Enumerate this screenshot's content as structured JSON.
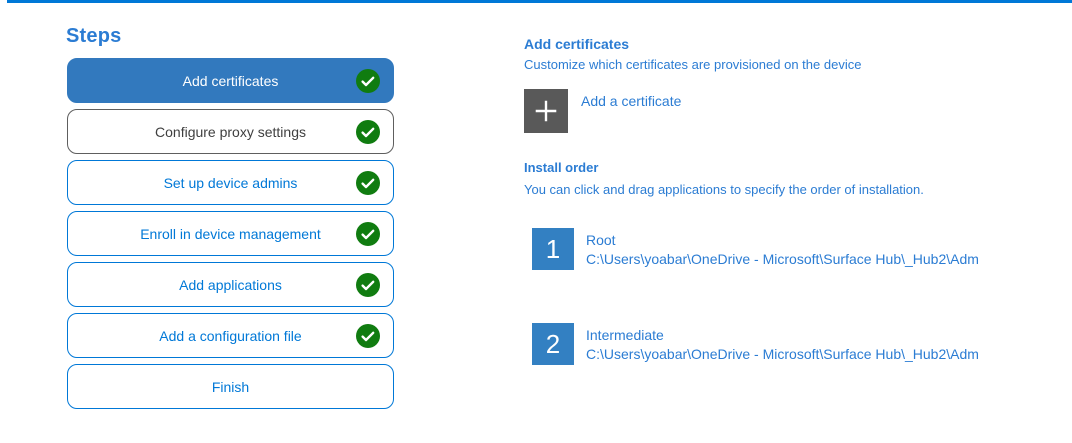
{
  "colors": {
    "accent_blue": "#0078d7",
    "active_step_fill": "#3279be",
    "badge_blue": "#3380c2",
    "check_green": "#107c10",
    "tile_gray": "#595959",
    "hover_border_gray": "#5e5e5e",
    "text_blue": "#2b7cd3"
  },
  "steps_panel": {
    "title": "Steps",
    "items": [
      {
        "label": "Add certificates",
        "state": "active",
        "checked": true
      },
      {
        "label": "Configure proxy settings",
        "state": "hover",
        "checked": true
      },
      {
        "label": "Set up device admins",
        "state": "normal",
        "checked": true
      },
      {
        "label": "Enroll in device management",
        "state": "normal",
        "checked": true
      },
      {
        "label": "Add applications",
        "state": "normal",
        "checked": true
      },
      {
        "label": "Add a configuration file",
        "state": "normal",
        "checked": true
      },
      {
        "label": "Finish",
        "state": "normal",
        "checked": false
      }
    ]
  },
  "content": {
    "title": "Add certificates",
    "subtitle": "Customize which certificates are provisioned on the device",
    "add_button": {
      "icon": "plus-icon",
      "label": "Add a certificate"
    },
    "install_order": {
      "title": "Install order",
      "description": "You can click and drag applications to specify the order of installation.",
      "items": [
        {
          "order": "1",
          "name": "Root",
          "path": "C:\\Users\\yoabar\\OneDrive - Microsoft\\Surface Hub\\_Hub2\\Adm"
        },
        {
          "order": "2",
          "name": "Intermediate",
          "path": "C:\\Users\\yoabar\\OneDrive - Microsoft\\Surface Hub\\_Hub2\\Adm"
        }
      ]
    }
  }
}
